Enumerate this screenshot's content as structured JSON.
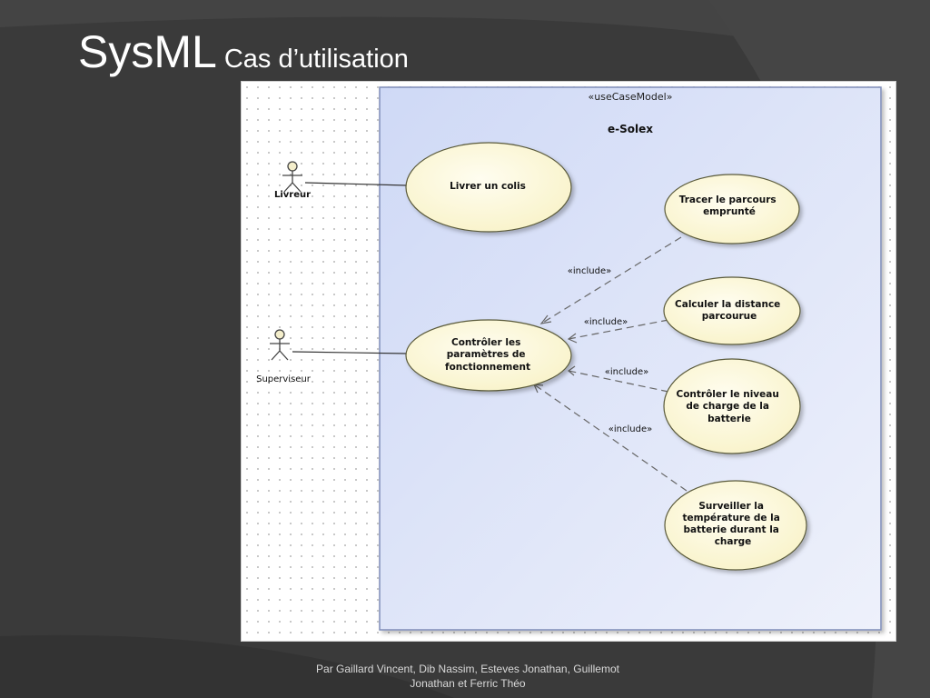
{
  "slide": {
    "title_main": "SysML",
    "title_sub": "Cas d’utilisation",
    "footer": "Par Gaillard Vincent, Dib Nassim, Esteves Jonathan, Guillemot Jonathan et Ferric Théo"
  },
  "diagram": {
    "stereotype": "«useCaseModel»",
    "system_name": "e-Solex",
    "actors": [
      {
        "id": "livreur",
        "label": "Livreur"
      },
      {
        "id": "superviseur",
        "label": "Superviseur"
      }
    ],
    "use_cases": {
      "livrer": [
        "Livrer un colis"
      ],
      "controler": [
        "Contrôler les",
        "paramètres de",
        "fonctionnement"
      ],
      "tracer": [
        "Tracer le parcours",
        "emprunté"
      ],
      "calculer": [
        "Calculer la distance",
        "parcourue"
      ],
      "niveau": [
        "Contrôler le niveau",
        "de charge de la",
        "batterie"
      ],
      "temperature": [
        "Surveiller la",
        "température de la",
        "batterie durant la",
        "charge"
      ]
    },
    "include_label": "«include»",
    "colors": {
      "boundary_fill": "#dce4fa",
      "usecase_fill": "#fdf9d7",
      "usecase_stroke": "#5a5a3a",
      "actor_fill": "#f4eecb"
    }
  }
}
